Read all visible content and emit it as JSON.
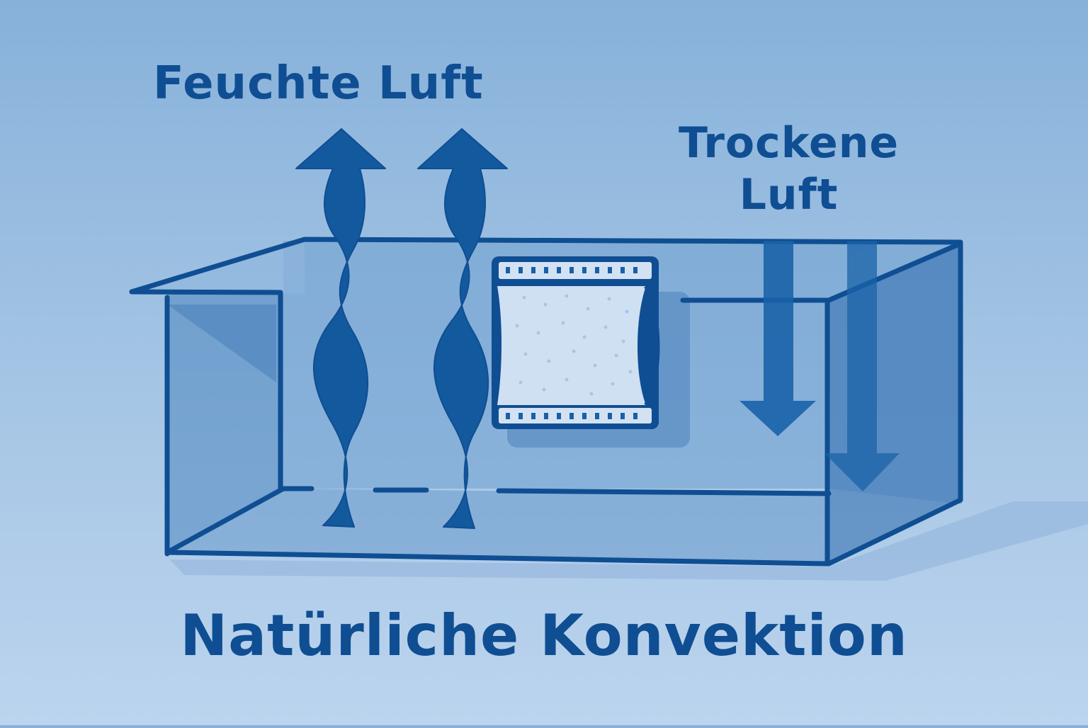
{
  "diagram": {
    "title": "Natürliche Konvektion",
    "labels": {
      "humid_air": "Feuchte Luft",
      "dry_air_line1": "Trockene",
      "dry_air_line2": "Luft"
    },
    "elements": [
      {
        "id": "open-box",
        "description": "Transparent open container / box in perspective"
      },
      {
        "id": "humid-air-arrows",
        "count": 2,
        "direction": "up",
        "shape": "wavy"
      },
      {
        "id": "dry-air-arrows",
        "count": 2,
        "direction": "down",
        "shape": "straight"
      },
      {
        "id": "desiccant-pack",
        "description": "Desiccant sachet with perforated top and bottom strips, mounted on back wall"
      }
    ],
    "colors": {
      "background_top": "#87b1da",
      "background_bottom": "#bcd4ee",
      "stroke": "#0f4e92",
      "arrow": "#13599e",
      "box_fill": "#6fa0d0",
      "pack_fill": "#cfe0f2"
    }
  }
}
